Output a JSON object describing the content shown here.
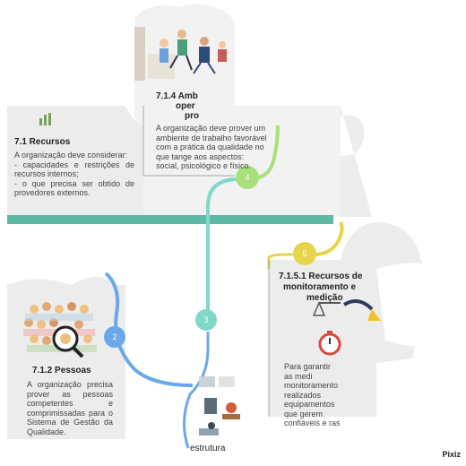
{
  "sections": {
    "recursos": {
      "title": "7.1 Recursos",
      "line1": "A organização deve considerar:",
      "line2": "- capacidades e restrições de recursos internos;",
      "line3": "- o que precisa ser obtido de provedores externos."
    },
    "ambiente": {
      "title_l1": "7.1.4 Amb",
      "title_l2": "oper",
      "title_l3": "pro",
      "body": "A organização deve prover um ambiente de trabalho favorável com a prática da qualidade no que tange aos aspectos: social, psicológico e físico."
    },
    "monitoramento": {
      "title_l1": "7.1.5.1 Recursos de",
      "title_l2": "monitoramento e",
      "title_l3": "medição",
      "body_l1": "Para garantir",
      "body_l2": "as medi",
      "body_l3": "monitoramento",
      "body_l4": "realizados",
      "body_l5": "equipamentos",
      "body_l6": "que gerem",
      "body_l7": "confiáveis e ras"
    },
    "pessoas": {
      "title": "7.1.2 Pessoas",
      "body": "A organização precisa prover as pessoas competentes e comprimissadas para o Sistema de Gestão da Qualidade."
    },
    "infra": {
      "title": "estrutura"
    }
  },
  "nodes": [
    {
      "label": "2",
      "color": "#6aa8e8"
    },
    {
      "label": "3",
      "color": "#7fd8c8"
    },
    {
      "label": "4",
      "color": "#a8e07a"
    },
    {
      "label": "5",
      "color": "#e6d44a"
    }
  ],
  "colors": {
    "band": "#5fb8a4",
    "piece": "#ececec",
    "line_teal": "#7fd8c8",
    "line_blue": "#6aa8e8"
  },
  "watermark": "Pixiz"
}
